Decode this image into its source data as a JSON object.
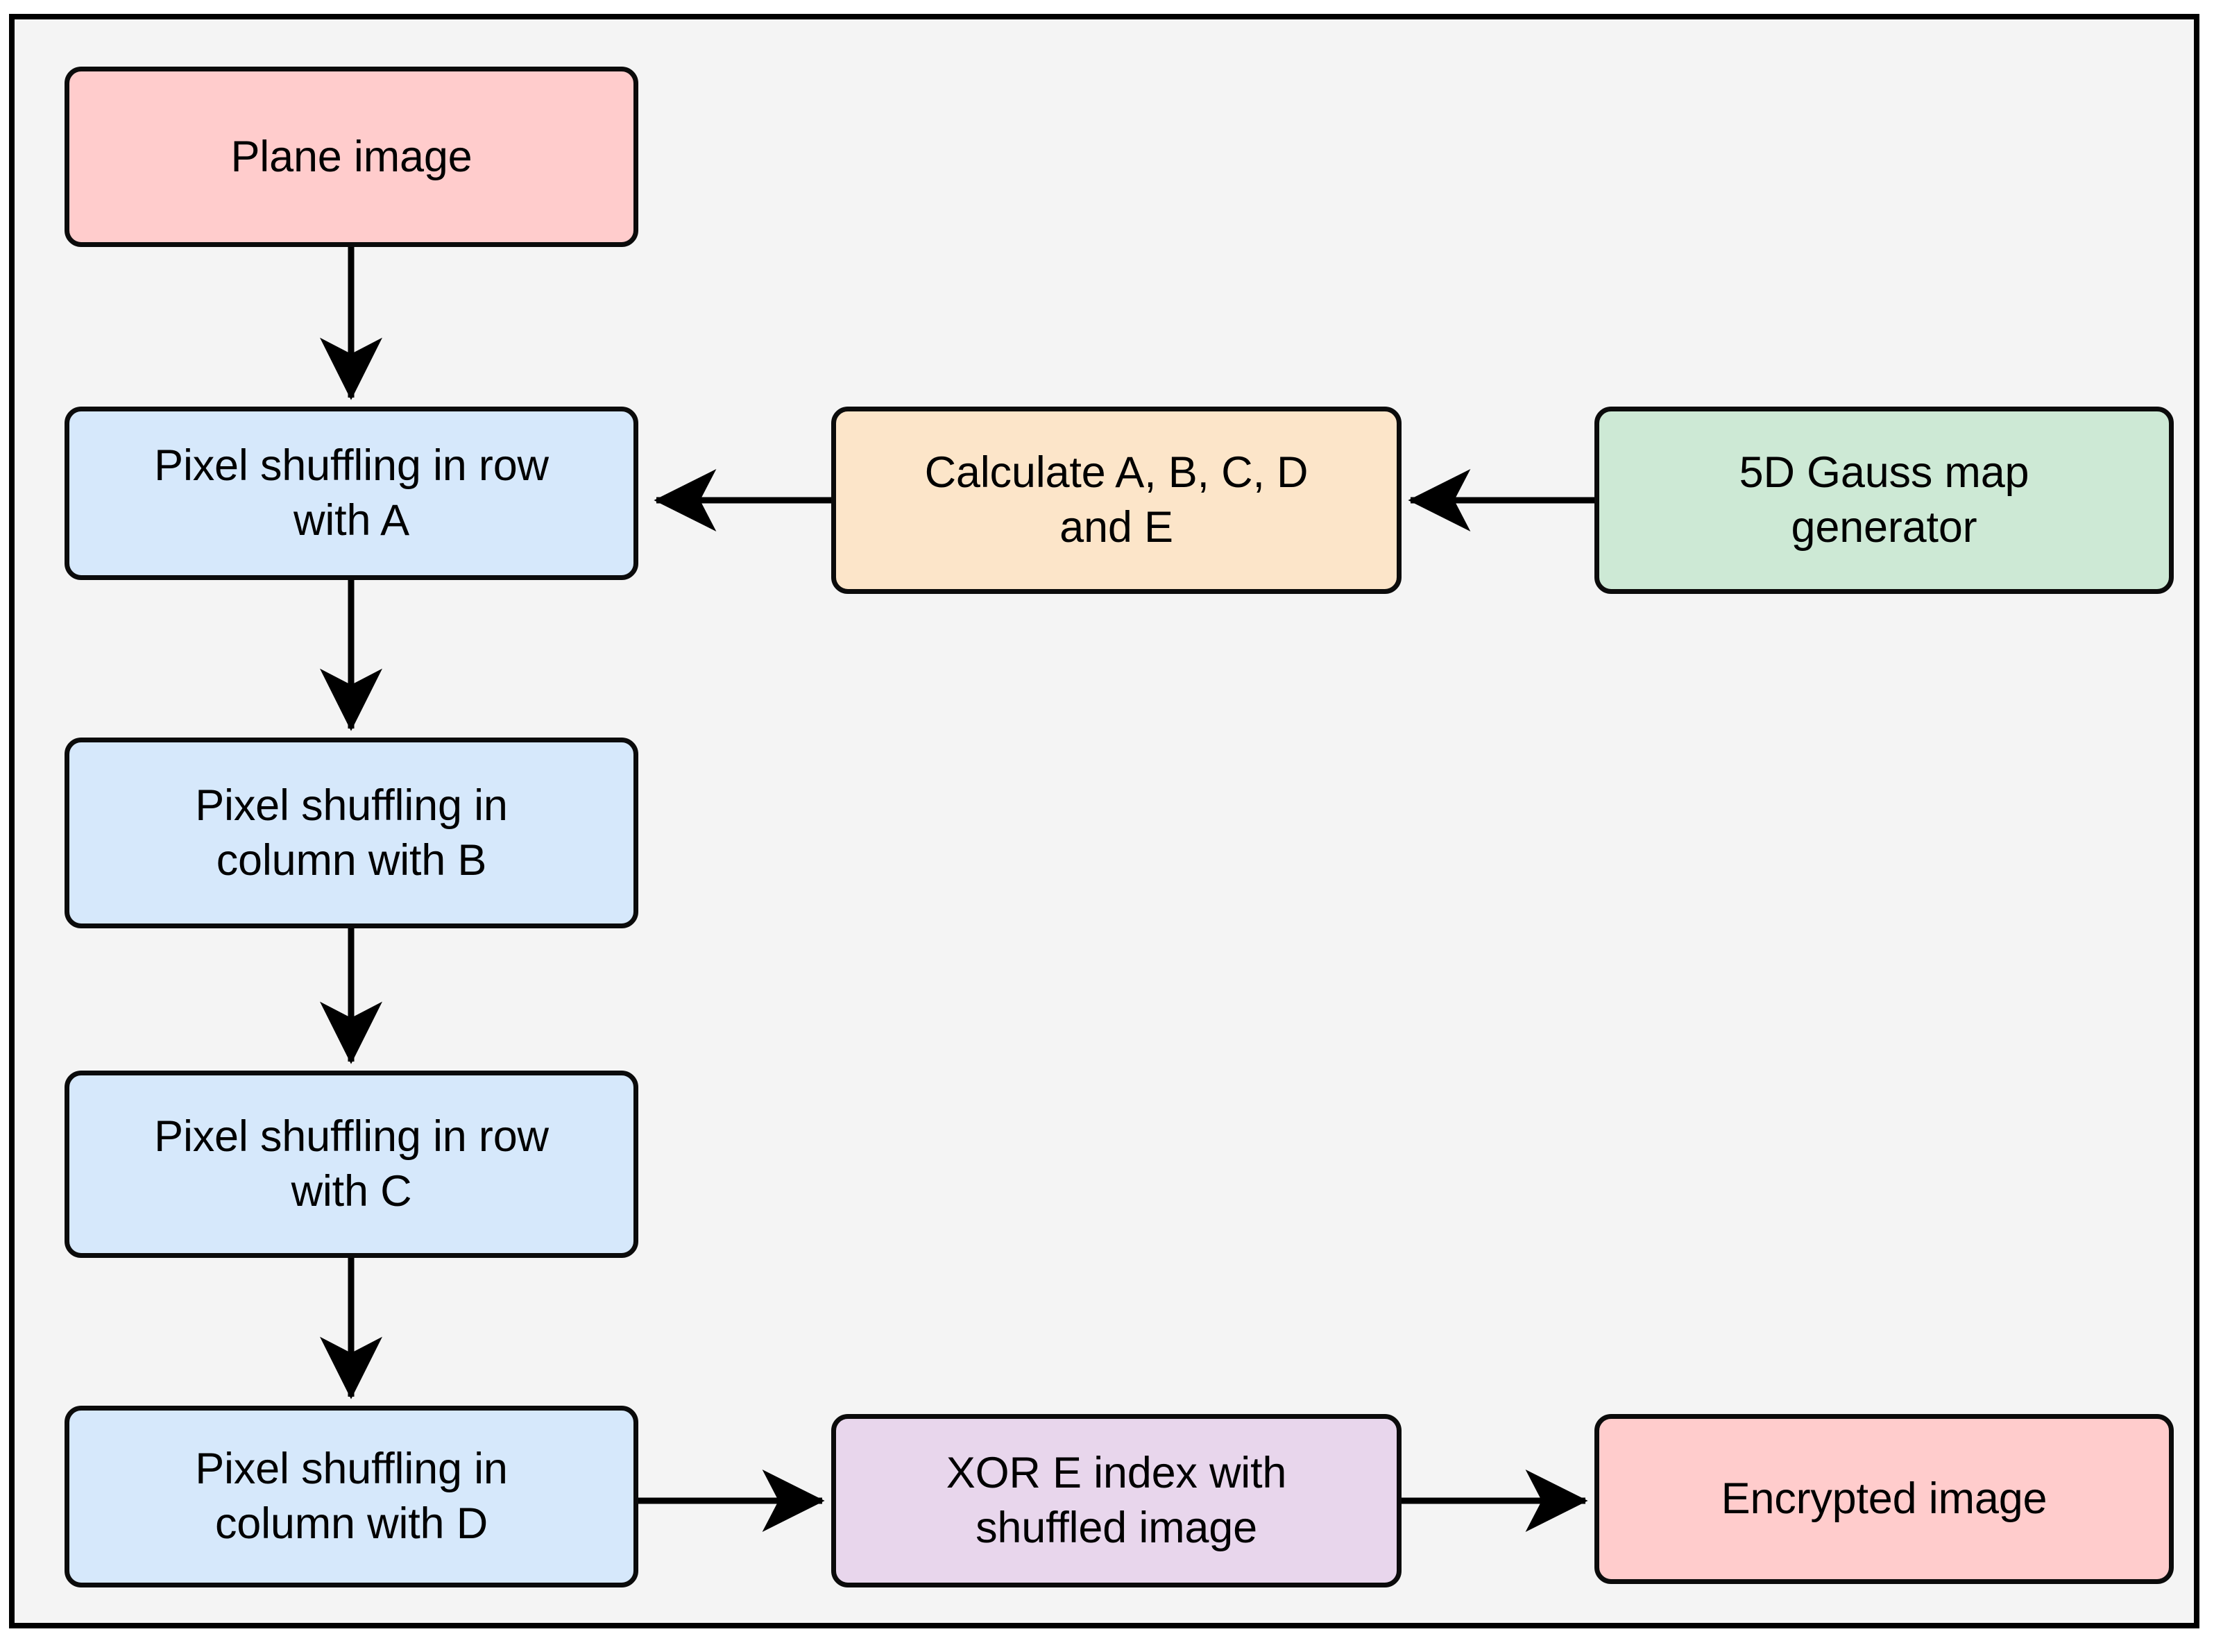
{
  "diagram": {
    "title": "Image encryption flowchart",
    "background_color": "#f4f4f4",
    "border_color": "#000000",
    "edge_color": "#000000",
    "nodes": [
      {
        "id": "plane-image",
        "label": "Plane image",
        "fill": "#ffcccc",
        "column": "left",
        "row": 1
      },
      {
        "id": "shuffle-row-a",
        "label": "Pixel shuffling in row\nwith A",
        "fill": "#d6e8fb",
        "column": "left",
        "row": 2
      },
      {
        "id": "calculate",
        "label": "Calculate A, B, C, D\nand E",
        "fill": "#fce5c9",
        "column": "middle",
        "row": 2
      },
      {
        "id": "gauss-generator",
        "label": "5D Gauss map\ngenerator",
        "fill": "#cde9d5",
        "column": "right",
        "row": 2
      },
      {
        "id": "shuffle-col-b",
        "label": "Pixel shuffling in\ncolumn with B",
        "fill": "#d6e8fb",
        "column": "left",
        "row": 3
      },
      {
        "id": "shuffle-row-c",
        "label": "Pixel shuffling in row\nwith C",
        "fill": "#d6e8fb",
        "column": "left",
        "row": 4
      },
      {
        "id": "shuffle-col-d",
        "label": "Pixel shuffling in\ncolumn with D",
        "fill": "#d6e8fb",
        "column": "left",
        "row": 5
      },
      {
        "id": "xor",
        "label": "XOR E index with\nshuffled image",
        "fill": "#e8d6ec",
        "column": "middle",
        "row": 5
      },
      {
        "id": "encrypted-image",
        "label": "Encrypted image",
        "fill": "#ffcccc",
        "column": "right",
        "row": 5
      }
    ],
    "edges": [
      {
        "id": "e1",
        "from": "plane-image",
        "to": "shuffle-row-a",
        "direction": "down"
      },
      {
        "id": "e2",
        "from": "shuffle-row-a",
        "to": "shuffle-col-b",
        "direction": "down"
      },
      {
        "id": "e3",
        "from": "shuffle-col-b",
        "to": "shuffle-row-c",
        "direction": "down"
      },
      {
        "id": "e4",
        "from": "shuffle-row-c",
        "to": "shuffle-col-d",
        "direction": "down"
      },
      {
        "id": "e5",
        "from": "calculate",
        "to": "shuffle-row-a",
        "direction": "left"
      },
      {
        "id": "e6",
        "from": "gauss-generator",
        "to": "calculate",
        "direction": "left"
      },
      {
        "id": "e7",
        "from": "shuffle-col-d",
        "to": "xor",
        "direction": "right"
      },
      {
        "id": "e8",
        "from": "xor",
        "to": "encrypted-image",
        "direction": "right"
      }
    ]
  }
}
